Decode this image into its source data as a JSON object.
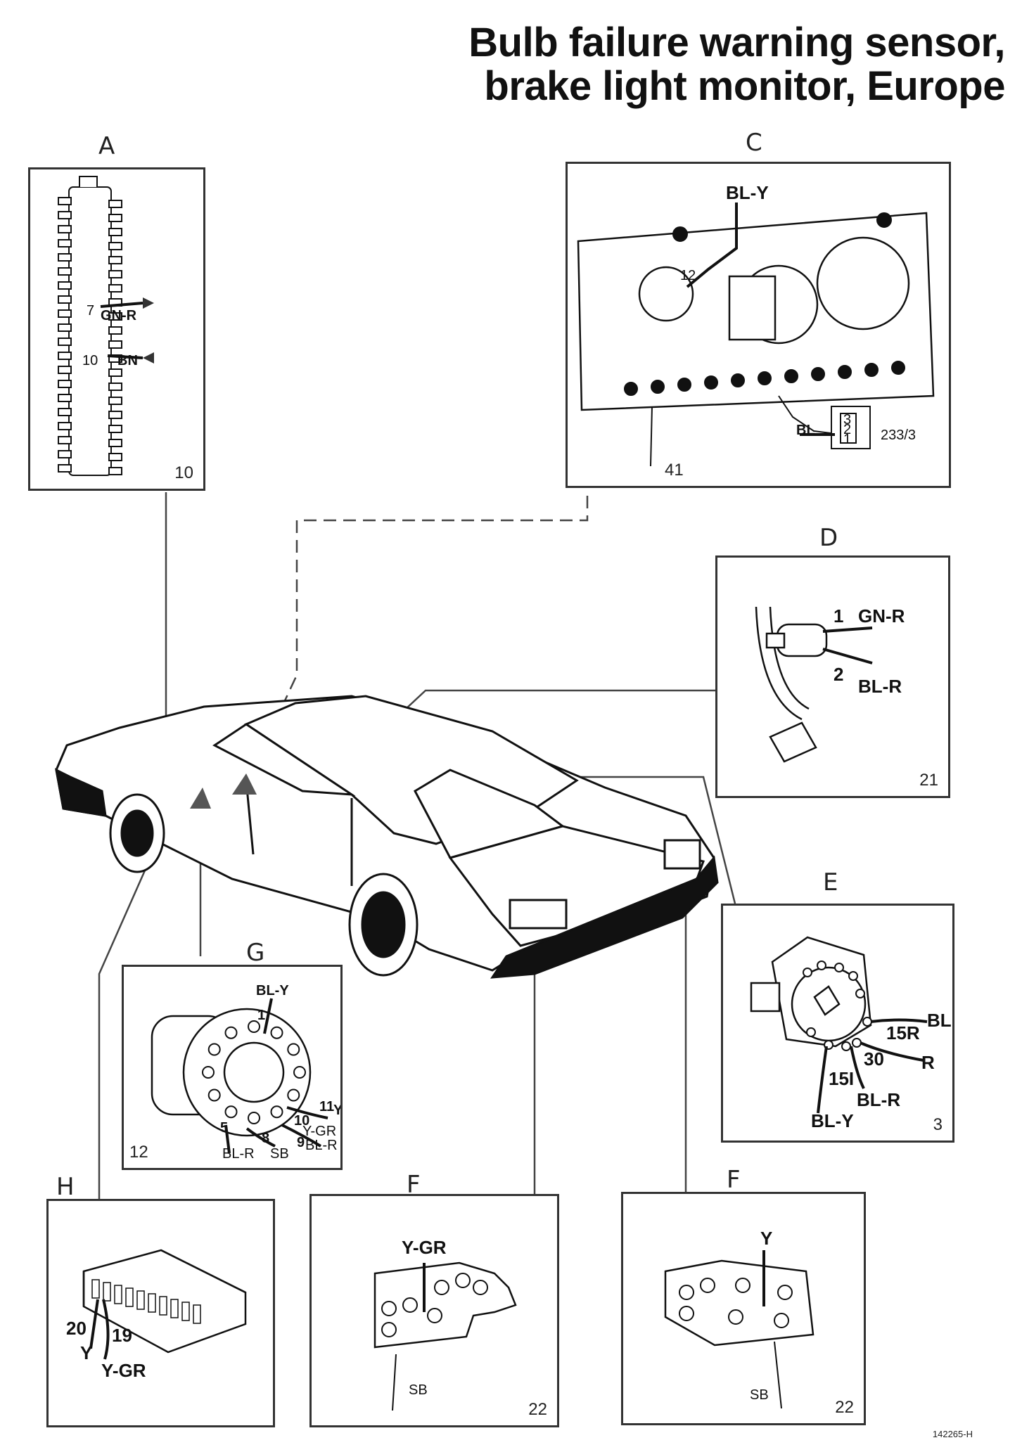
{
  "title": {
    "line1": "Bulb failure warning sensor,",
    "line2": "brake light monitor, Europe"
  },
  "reference": "142265-H",
  "panels": {
    "A": {
      "letter": "A",
      "number": "10",
      "labels": {
        "gnr": "GN-R",
        "bn": "BN",
        "pin7": "7",
        "pin10": "10"
      }
    },
    "C": {
      "letter": "C",
      "number": "41",
      "labels": {
        "bly": "BL-Y",
        "pin12": "12",
        "bl": "BL",
        "code": "233/3",
        "p3": "3",
        "p2": "2",
        "p1": "1"
      }
    },
    "D": {
      "letter": "D",
      "number": "21",
      "labels": {
        "p1": "1",
        "gnr": "GN-R",
        "p2": "2",
        "blr": "BL-R"
      }
    },
    "E": {
      "letter": "E",
      "number": "3",
      "labels": {
        "bl": "BL",
        "r15": "15R",
        "p30": "30",
        "r": "R",
        "i15": "15I",
        "blr": "BL-R",
        "bly": "BL-Y"
      }
    },
    "G": {
      "letter": "G",
      "number": "12",
      "labels": {
        "bly": "BL-Y",
        "p1": "1",
        "p11": "11",
        "y": "Y",
        "p10": "10",
        "ygr": "Y-GR",
        "p9": "9",
        "blr": "BL-R",
        "p8": "8",
        "sb": "SB",
        "p5": "5",
        "blr2": "BL-R"
      }
    },
    "H": {
      "letter": "H",
      "labels": {
        "p20": "20",
        "y": "Y",
        "p19": "19",
        "ygr": "Y-GR"
      }
    },
    "F1": {
      "letter": "F",
      "number": "22",
      "labels": {
        "ygr": "Y-GR",
        "sb": "SB"
      }
    },
    "F2": {
      "letter": "F",
      "number": "22",
      "labels": {
        "y": "Y",
        "sb": "SB"
      }
    }
  }
}
